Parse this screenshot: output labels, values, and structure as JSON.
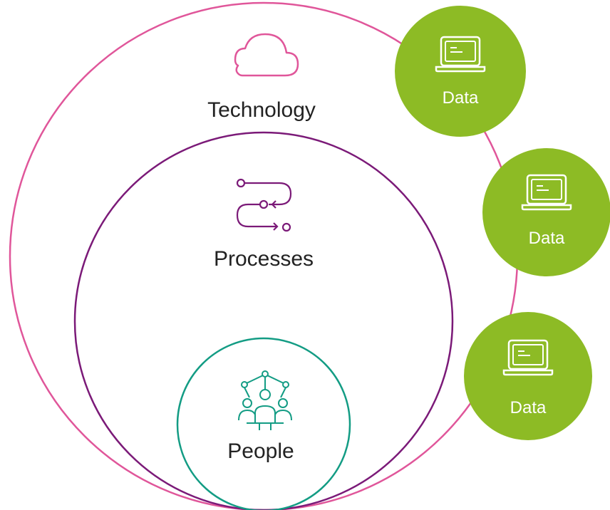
{
  "diagram": {
    "rings": [
      {
        "key": "technology",
        "label": "Technology",
        "color": "#E0569A",
        "icon": "cloud-icon"
      },
      {
        "key": "processes",
        "label": "Processes",
        "color": "#7B1A78",
        "icon": "process-flow-icon"
      },
      {
        "key": "people",
        "label": "People",
        "color": "#139C84",
        "icon": "people-network-icon"
      }
    ],
    "data_nodes": [
      {
        "label": "Data",
        "color": "#8DBB25",
        "icon": "laptop-icon"
      },
      {
        "label": "Data",
        "color": "#8DBB25",
        "icon": "laptop-icon"
      },
      {
        "label": "Data",
        "color": "#8DBB25",
        "icon": "laptop-icon"
      }
    ]
  }
}
